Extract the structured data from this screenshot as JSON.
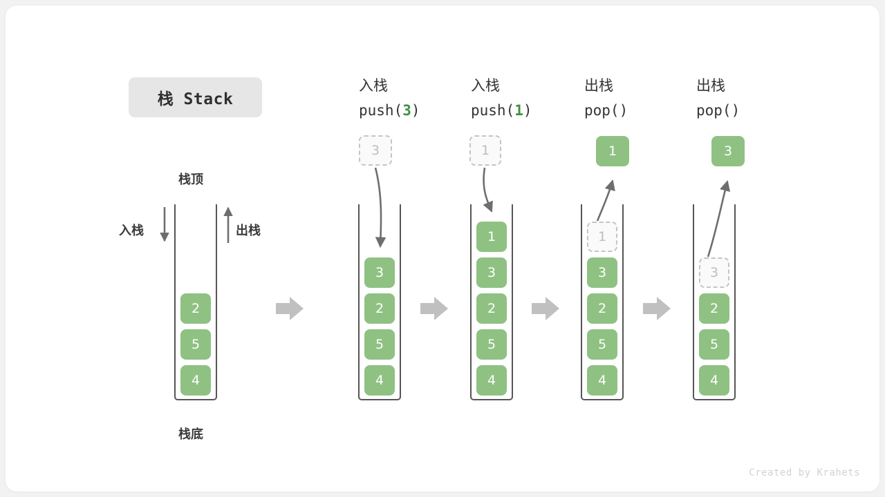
{
  "diagram": {
    "title": "栈 Stack",
    "watermark": "Created by Krahets",
    "accent_green": "#8fc183",
    "ghost_gray": "#bdbdbd",
    "arrow_gray": "#6e6e6e",
    "separator_gray": "#c0c0c0"
  },
  "legend": {
    "top_label": "栈顶",
    "bottom_label": "栈底",
    "push_label": "入栈",
    "pop_label": "出栈"
  },
  "stages": [
    {
      "id": "initial",
      "header_cn": "",
      "header_code": "",
      "header_arg": "",
      "cells": [
        "2",
        "5",
        "4"
      ],
      "ghost_in_stack": null,
      "floating": null
    },
    {
      "id": "push-3",
      "header_cn": "入栈",
      "header_code_prefix": "push(",
      "header_arg": "3",
      "header_code_suffix": ")",
      "cells": [
        "3",
        "2",
        "5",
        "4"
      ],
      "ghost_in_stack": null,
      "floating": {
        "value": "3",
        "style": "ghost"
      }
    },
    {
      "id": "push-1",
      "header_cn": "入栈",
      "header_code_prefix": "push(",
      "header_arg": "1",
      "header_code_suffix": ")",
      "cells": [
        "1",
        "3",
        "2",
        "5",
        "4"
      ],
      "ghost_in_stack": null,
      "floating": {
        "value": "1",
        "style": "ghost"
      }
    },
    {
      "id": "pop-1",
      "header_cn": "出栈",
      "header_code_prefix": "pop(",
      "header_arg": "",
      "header_code_suffix": ")",
      "cells": [
        "3",
        "2",
        "5",
        "4"
      ],
      "ghost_in_stack": "1",
      "floating": {
        "value": "1",
        "style": "filled"
      }
    },
    {
      "id": "pop-3",
      "header_cn": "出栈",
      "header_code_prefix": "pop(",
      "header_arg": "",
      "header_code_suffix": ")",
      "cells": [
        "2",
        "5",
        "4"
      ],
      "ghost_in_stack": "3",
      "floating": {
        "value": "3",
        "style": "filled"
      }
    }
  ],
  "separators": [
    "arrow-right-icon",
    "arrow-right-icon",
    "arrow-right-icon",
    "arrow-right-icon"
  ]
}
